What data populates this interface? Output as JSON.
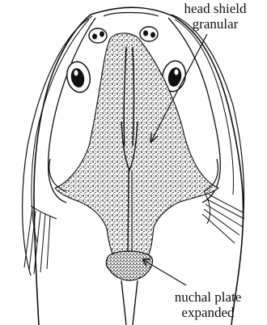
{
  "labels": {
    "head_shield": [
      "head shield",
      "granular"
    ],
    "nuchal_plate": [
      "nuchal plate",
      "expanded"
    ]
  },
  "colors": {
    "ink": "#111111",
    "background": "#ffffff"
  }
}
